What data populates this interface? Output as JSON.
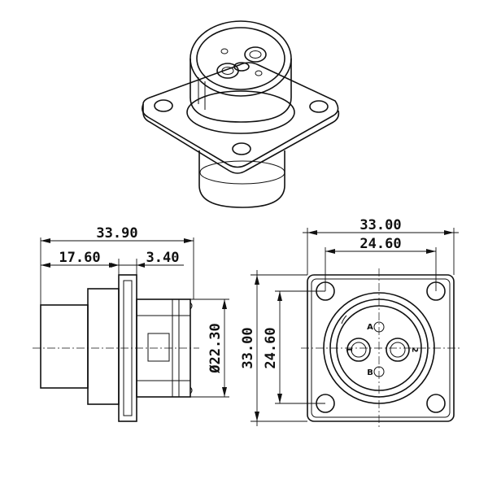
{
  "dimensions": {
    "side_total_length": "33.90",
    "side_body_length": "17.60",
    "side_flange_thickness": "3.40",
    "side_diameter": "Ø22.30",
    "front_width": "33.00",
    "front_hole_spacing_x": "24.60",
    "front_height": "33.00",
    "front_hole_spacing_y": "24.60"
  },
  "pins": {
    "pin_a": "A",
    "pin_b": "B",
    "pin_1": "1",
    "pin_2": "2"
  }
}
